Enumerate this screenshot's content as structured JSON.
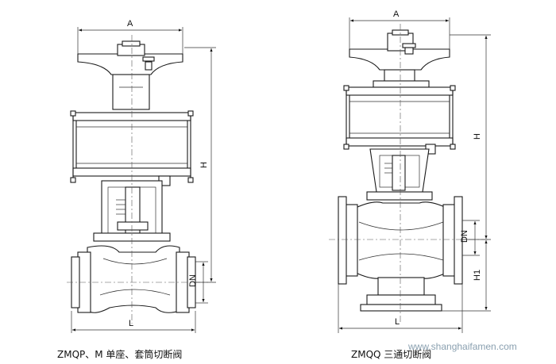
{
  "left_diagram": {
    "caption": "ZMQP、M 单座、套筒切断阀",
    "dims": {
      "A": "A",
      "H": "H",
      "DN": "DN",
      "L": "L"
    }
  },
  "right_diagram": {
    "caption": "ZMQQ 三通切断阀",
    "dims": {
      "A": "A",
      "H": "H",
      "DN": "DN",
      "H1": "H1",
      "L": "L"
    }
  },
  "watermark": "www.shanghaifamen.com",
  "colors": {
    "line": "#1a1a1a",
    "background": "#ffffff",
    "watermark": "#8aa0b0"
  }
}
